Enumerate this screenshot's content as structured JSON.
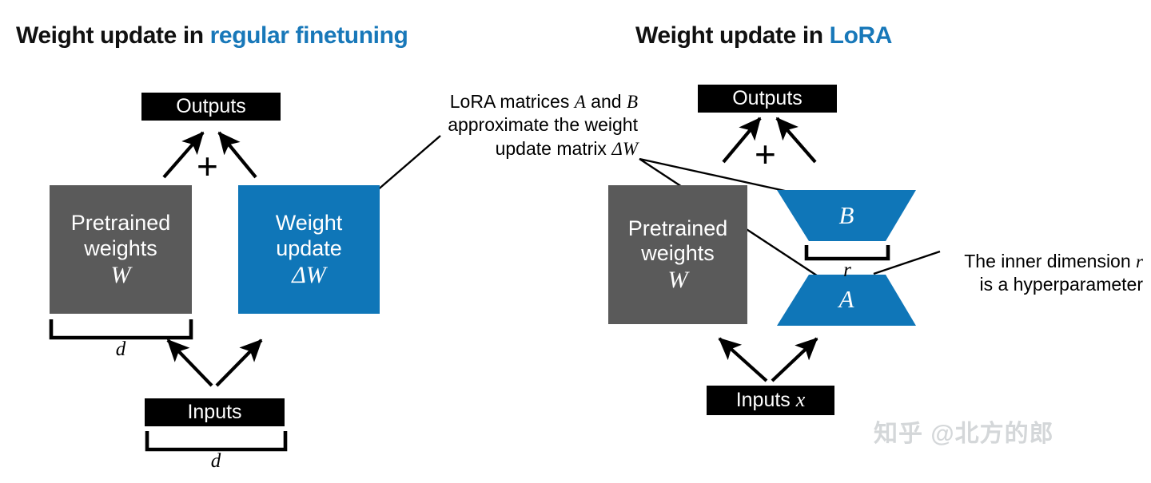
{
  "figure": {
    "background": "#ffffff",
    "colors": {
      "accent_blue": "#1878b9",
      "block_blue": "#0f76b8",
      "block_gray": "#5a5a5a",
      "block_black": "#000000",
      "text_white": "#ffffff",
      "watermark_gray": "#d4d7d9"
    }
  },
  "left_panel": {
    "heading_prefix": "Weight update in ",
    "heading_accent": "regular finetuning",
    "outputs_box": {
      "label": "Outputs"
    },
    "plus_sign": "+",
    "pretrained_box": {
      "line1": "Pretrained",
      "line2": "weights",
      "symbol": "W"
    },
    "update_box": {
      "line1": "Weight",
      "line2": "update",
      "symbol": "ΔW"
    },
    "width_bracket_label": "d",
    "inputs_box": {
      "label": "Inputs"
    },
    "inputs_bracket_label": "d"
  },
  "center_annotation": {
    "line1": "LoRA matrices A and B",
    "line2": "approximate the weight",
    "line3": "update matrix ΔW",
    "line1_plain": "LoRA matrices ",
    "line1_math_a": "A",
    "line1_mid": " and ",
    "line1_math_b": "B",
    "line3_plain": "update matrix ",
    "line3_math": "ΔW"
  },
  "right_panel": {
    "heading_prefix": "Weight update in ",
    "heading_accent": "LoRA",
    "outputs_box": {
      "label": "Outputs"
    },
    "plus_sign": "+",
    "pretrained_box": {
      "line1": "Pretrained",
      "line2": "weights",
      "symbol": "W"
    },
    "matrix_b_label": "B",
    "matrix_a_label": "A",
    "rank_bracket_label": "r",
    "inputs_box": {
      "label_plain": "Inputs ",
      "label_math": "x"
    }
  },
  "right_annotation": {
    "line1_plain": "The inner dimension ",
    "line1_math": "r",
    "line2": "is a hyperparameter"
  },
  "watermark": {
    "text": "知乎 @北方的郎"
  }
}
